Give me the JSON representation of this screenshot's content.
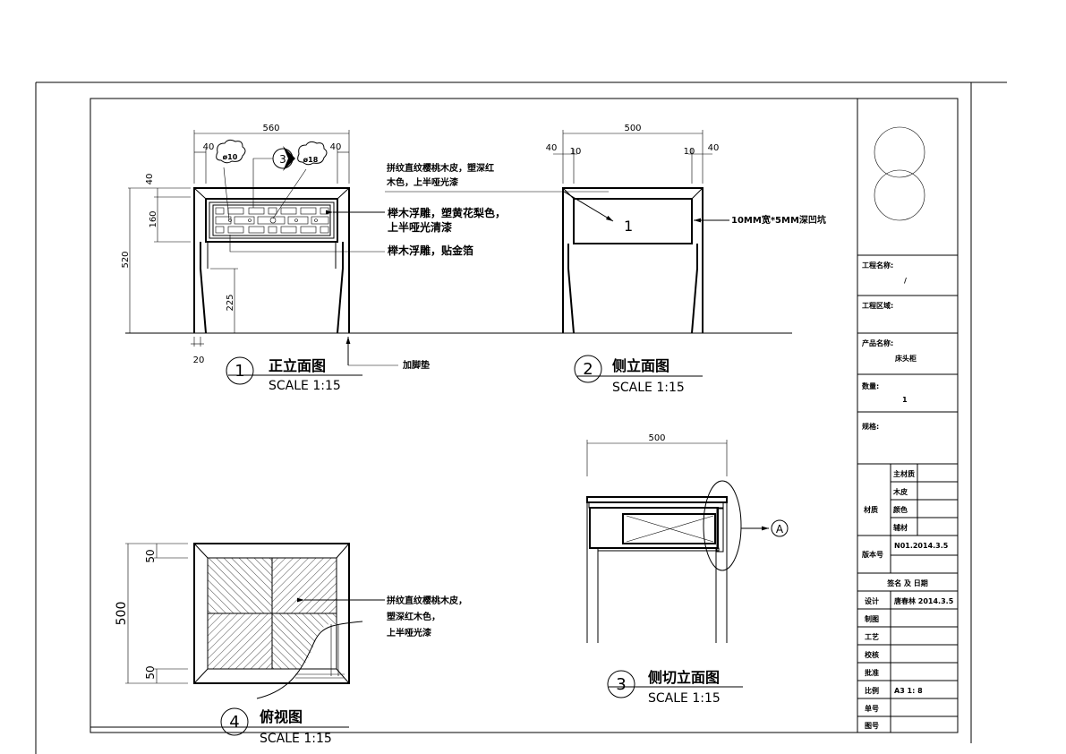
{
  "view1": {
    "number": "1",
    "title": "正立面图",
    "scale": "SCALE 1:15",
    "dims": {
      "width": "560",
      "left_margin": "40",
      "right_margin": "40",
      "top": "40",
      "panel": "160",
      "height": "520",
      "leg": "225",
      "foot": "20"
    },
    "callout_d10": "ø10",
    "callout_d18": "ø18",
    "section_marker": "3",
    "notes": [
      "拼纹直纹樱桃木皮，塑深红",
      "木色，上半哑光漆",
      "榉木浮雕，塑黄花梨色，",
      "上半哑光清漆",
      "榉木浮雕，贴金箔",
      "加脚垫"
    ]
  },
  "view2": {
    "number": "2",
    "title": "侧立面图",
    "scale": "SCALE 1:15",
    "dims": {
      "width": "500",
      "left_margin": "40",
      "right_margin": "40",
      "left_inset": "10",
      "right_inset": "10"
    },
    "mark": "1",
    "note": "10MM宽*5MM深凹坑"
  },
  "view3": {
    "number": "3",
    "title": "侧切立面图",
    "scale": "SCALE 1:15",
    "dims": {
      "width": "500"
    },
    "detail_marker": "A"
  },
  "view4": {
    "number": "4",
    "title": "俯视图",
    "scale": "SCALE 1:15",
    "dims": {
      "height": "500",
      "top": "50",
      "bottom": "50"
    },
    "notes": [
      "拼纹直纹樱桃木皮，",
      "塑深红木色，",
      "上半哑光漆"
    ]
  },
  "title_block": {
    "project_name_label": "工程名称:",
    "project_name": "/",
    "project_area_label": "工程区域:",
    "product_name_label": "产品名称:",
    "product_name": "床头柜",
    "quantity_label": "数量:",
    "quantity": "1",
    "spec_label": "规格:",
    "material_label": "材质",
    "material_rows": [
      "主材质",
      "木皮",
      "颜色",
      "辅材"
    ],
    "version_label": "版本号",
    "version": "N01.2014.3.5",
    "signature_header": "签名 及 日期",
    "sign_rows": [
      {
        "label": "设计",
        "value": "唐春林 2014.3.5"
      },
      {
        "label": "制图",
        "value": ""
      },
      {
        "label": "工艺",
        "value": ""
      },
      {
        "label": "校核",
        "value": ""
      },
      {
        "label": "批准",
        "value": ""
      },
      {
        "label": "比例",
        "value": "A3 1: 8"
      },
      {
        "label": "单号",
        "value": ""
      },
      {
        "label": "图号",
        "value": ""
      }
    ]
  }
}
